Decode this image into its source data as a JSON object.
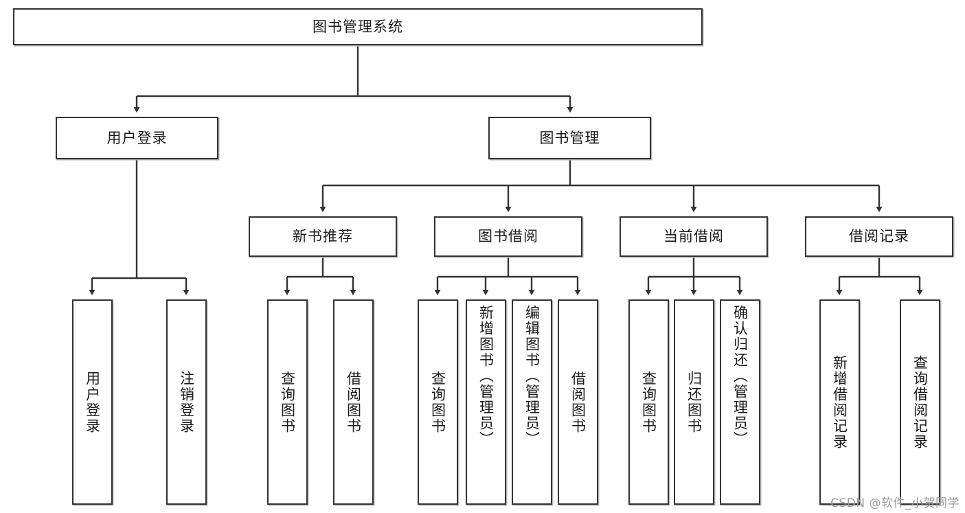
{
  "diagram": {
    "type": "tree-hierarchy",
    "title": "图书管理系统",
    "watermark": "CSDN @软件_小贺同学",
    "root": {
      "id": "root",
      "label": "图书管理系统"
    },
    "level2": [
      {
        "id": "user-login",
        "label": "用户登录"
      },
      {
        "id": "book-manage",
        "label": "图书管理"
      }
    ],
    "level3": [
      {
        "id": "new-book-recommend",
        "label": "新书推荐",
        "parent": "book-manage"
      },
      {
        "id": "book-borrow",
        "label": "图书借阅",
        "parent": "book-manage"
      },
      {
        "id": "current-borrow",
        "label": "当前借阅",
        "parent": "book-manage"
      },
      {
        "id": "borrow-record",
        "label": "借阅记录",
        "parent": "book-manage"
      }
    ],
    "leaves": [
      {
        "id": "leaf-user-login",
        "label": "用户登录",
        "parent": "user-login"
      },
      {
        "id": "leaf-user-logout",
        "label": "注销登录",
        "parent": "user-login"
      },
      {
        "id": "leaf-query-book-1",
        "label": "查询图书",
        "parent": "new-book-recommend"
      },
      {
        "id": "leaf-borrow-book-1",
        "label": "借阅图书",
        "parent": "new-book-recommend"
      },
      {
        "id": "leaf-query-book-2",
        "label": "查询图书",
        "parent": "book-borrow"
      },
      {
        "id": "leaf-add-book",
        "label": "新增图书（管理员）",
        "parent": "book-borrow"
      },
      {
        "id": "leaf-edit-book",
        "label": "编辑图书（管理员）",
        "parent": "book-borrow"
      },
      {
        "id": "leaf-borrow-book-2",
        "label": "借阅图书",
        "parent": "book-borrow"
      },
      {
        "id": "leaf-query-book-3",
        "label": "查询图书",
        "parent": "current-borrow"
      },
      {
        "id": "leaf-return-book",
        "label": "归还图书",
        "parent": "current-borrow"
      },
      {
        "id": "leaf-confirm-return",
        "label": "确认归还（管理员）",
        "parent": "current-borrow"
      },
      {
        "id": "leaf-add-record",
        "label": "新增借阅记录",
        "parent": "borrow-record"
      },
      {
        "id": "leaf-query-record",
        "label": "查询借阅记录",
        "parent": "borrow-record"
      }
    ],
    "colors": {
      "box_border": "#333333",
      "box_fill": "#ffffff",
      "edge": "#333333",
      "text": "#1a1a1a",
      "watermark": "#9b9b9b",
      "background": "#ffffff"
    }
  }
}
